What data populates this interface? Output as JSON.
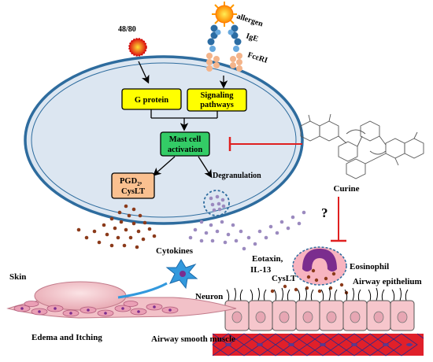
{
  "compound_48_80": "48/80",
  "allergen": "allergen",
  "ige": "IgE",
  "fceri": "FcεRI",
  "g_protein": "G protein",
  "signaling_line1": "Signaling",
  "signaling_line2": "pathways",
  "mast_line1": "Mast cell",
  "mast_line2": "activation",
  "pgd2_main": "PGD",
  "pgd2_sub": "2",
  "pgd2_suffix": ",",
  "cyslt_box": "CysLT",
  "degranulation": "Degranulation",
  "cytokines": "Cytokines",
  "curine": "Curine",
  "question": "?",
  "eotaxin": "Eotaxin,",
  "il13": "IL-13",
  "eosinophil": "Eosinophil",
  "cyslt": "CysLT",
  "airway_epithelium": "Airway epithelium",
  "skin": "Skin",
  "neuron": "Neuron",
  "edema_itching": "Edema and Itching",
  "airway_smooth_muscle": "Airway smooth muscle",
  "colors": {
    "cell_fill": "#dce6f1",
    "cell_border": "#2e6c9e",
    "yellow_box": "#ffff00",
    "green_box": "#33cc66",
    "orange_box": "#fac090",
    "inhibit_red": "#e02020",
    "granule_brown": "#8b3a1a",
    "granule_purple": "#9b8abf",
    "epithelium_fill": "#f6c6cc",
    "muscle_red": "#e0202a",
    "eosinophil_pink": "#f8b4c0",
    "eosinophil_nucleus": "#7b2d8e",
    "neuron_blue": "#3399dd"
  }
}
